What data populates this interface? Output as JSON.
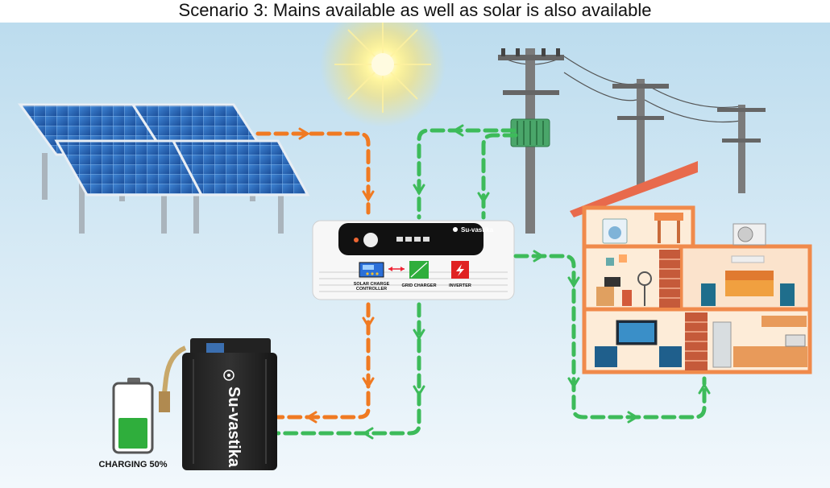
{
  "title": "Scenario 3: Mains available as well as solar is also available",
  "inverter": {
    "brand": "Su-vastika",
    "modules": [
      {
        "label_line1": "SOLAR CHARGE",
        "label_line2": "CONTROLLER"
      },
      {
        "label_line1": "GRID CHARGER",
        "label_line2": ""
      },
      {
        "label_line1": "INVERTER",
        "label_line2": ""
      }
    ]
  },
  "battery": {
    "brand": "Su-vastika",
    "charge_fraction": 0.5,
    "charge_label": "CHARGING 50%"
  },
  "colors": {
    "solar_flow": "#f07a22",
    "grid_flow": "#3dbb5a",
    "sky": "#cfe6f3",
    "house_wall": "#f08a4b",
    "battery_fill": "#2fae3c"
  },
  "icons": [
    "sun-icon",
    "solar-panel-icon",
    "utility-pole-icon",
    "transformer-icon",
    "house-icon",
    "battery-level-icon"
  ]
}
